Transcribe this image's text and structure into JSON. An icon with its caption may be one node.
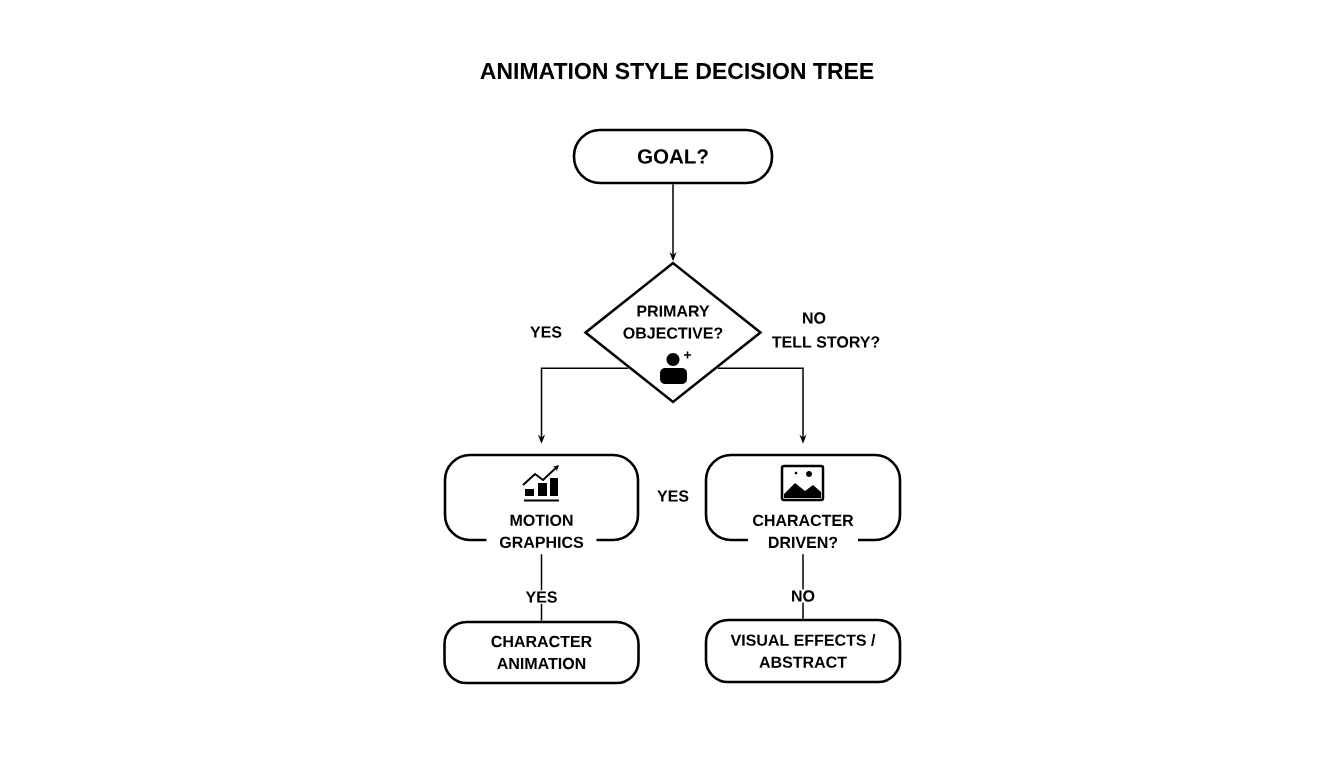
{
  "diagram": {
    "title": "ANIMATION STYLE DECISION TREE",
    "nodes": [
      {
        "text": [
          "GOAL?"
        ]
      },
      {
        "text": [
          "PRIMARY OBJECTIVE?"
        ]
      },
      {
        "text": [
          "MOTION GRAPHICS"
        ]
      },
      {
        "text": [
          "CHARACTER DRIVEN?"
        ]
      },
      {
        "text": [
          "CHARACTER ANIMATION"
        ]
      },
      {
        "text": [
          "VISUAL EFFECTS / ABSTRACT"
        ]
      }
    ],
    "edges": [
      {
        "from": 0,
        "to": 1,
        "arrow": "to"
      },
      {
        "from": 1,
        "to": 2,
        "arrow": "to",
        "label": "YES"
      },
      {
        "from": 1,
        "to": 3,
        "arrow": "to",
        "label": "NO"
      },
      {
        "from": 2,
        "to": 4,
        "arrow": "none",
        "label": "YES"
      },
      {
        "from": 3,
        "to": 5,
        "arrow": "none",
        "label": "NO"
      }
    ],
    "labels": [
      "TELL STORY?",
      "YES"
    ]
  }
}
